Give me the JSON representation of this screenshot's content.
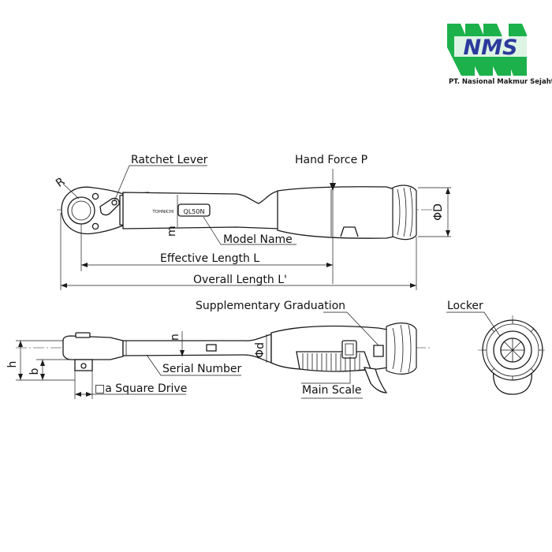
{
  "brand": {
    "logo_text": "NMS",
    "company_name": "PT. Nasional Makmur Sejahtera",
    "logo_green": "#1cb14b",
    "logo_blue": "#2b3a9b"
  },
  "labels": {
    "ratchet_lever": "Ratchet Lever",
    "hand_force": "Hand Force P",
    "model_name": "Model Name",
    "effective_length": "Effective Length L",
    "overall_length": "Overall Length L'",
    "supplementary_graduation": "Supplementary Graduation",
    "locker": "Locker",
    "serial_number": "Serial Number",
    "square_drive": "□a Square Drive",
    "main_scale": "Main Scale"
  },
  "dimension_symbols": {
    "radius": "R",
    "grip_diameter": "ΦD",
    "m": "m",
    "n": "n",
    "shaft_diameter": "Φd",
    "h": "h",
    "b": "b"
  },
  "tool_markings": {
    "brand_mark": "TOHNICHI",
    "model": "QL50N"
  }
}
